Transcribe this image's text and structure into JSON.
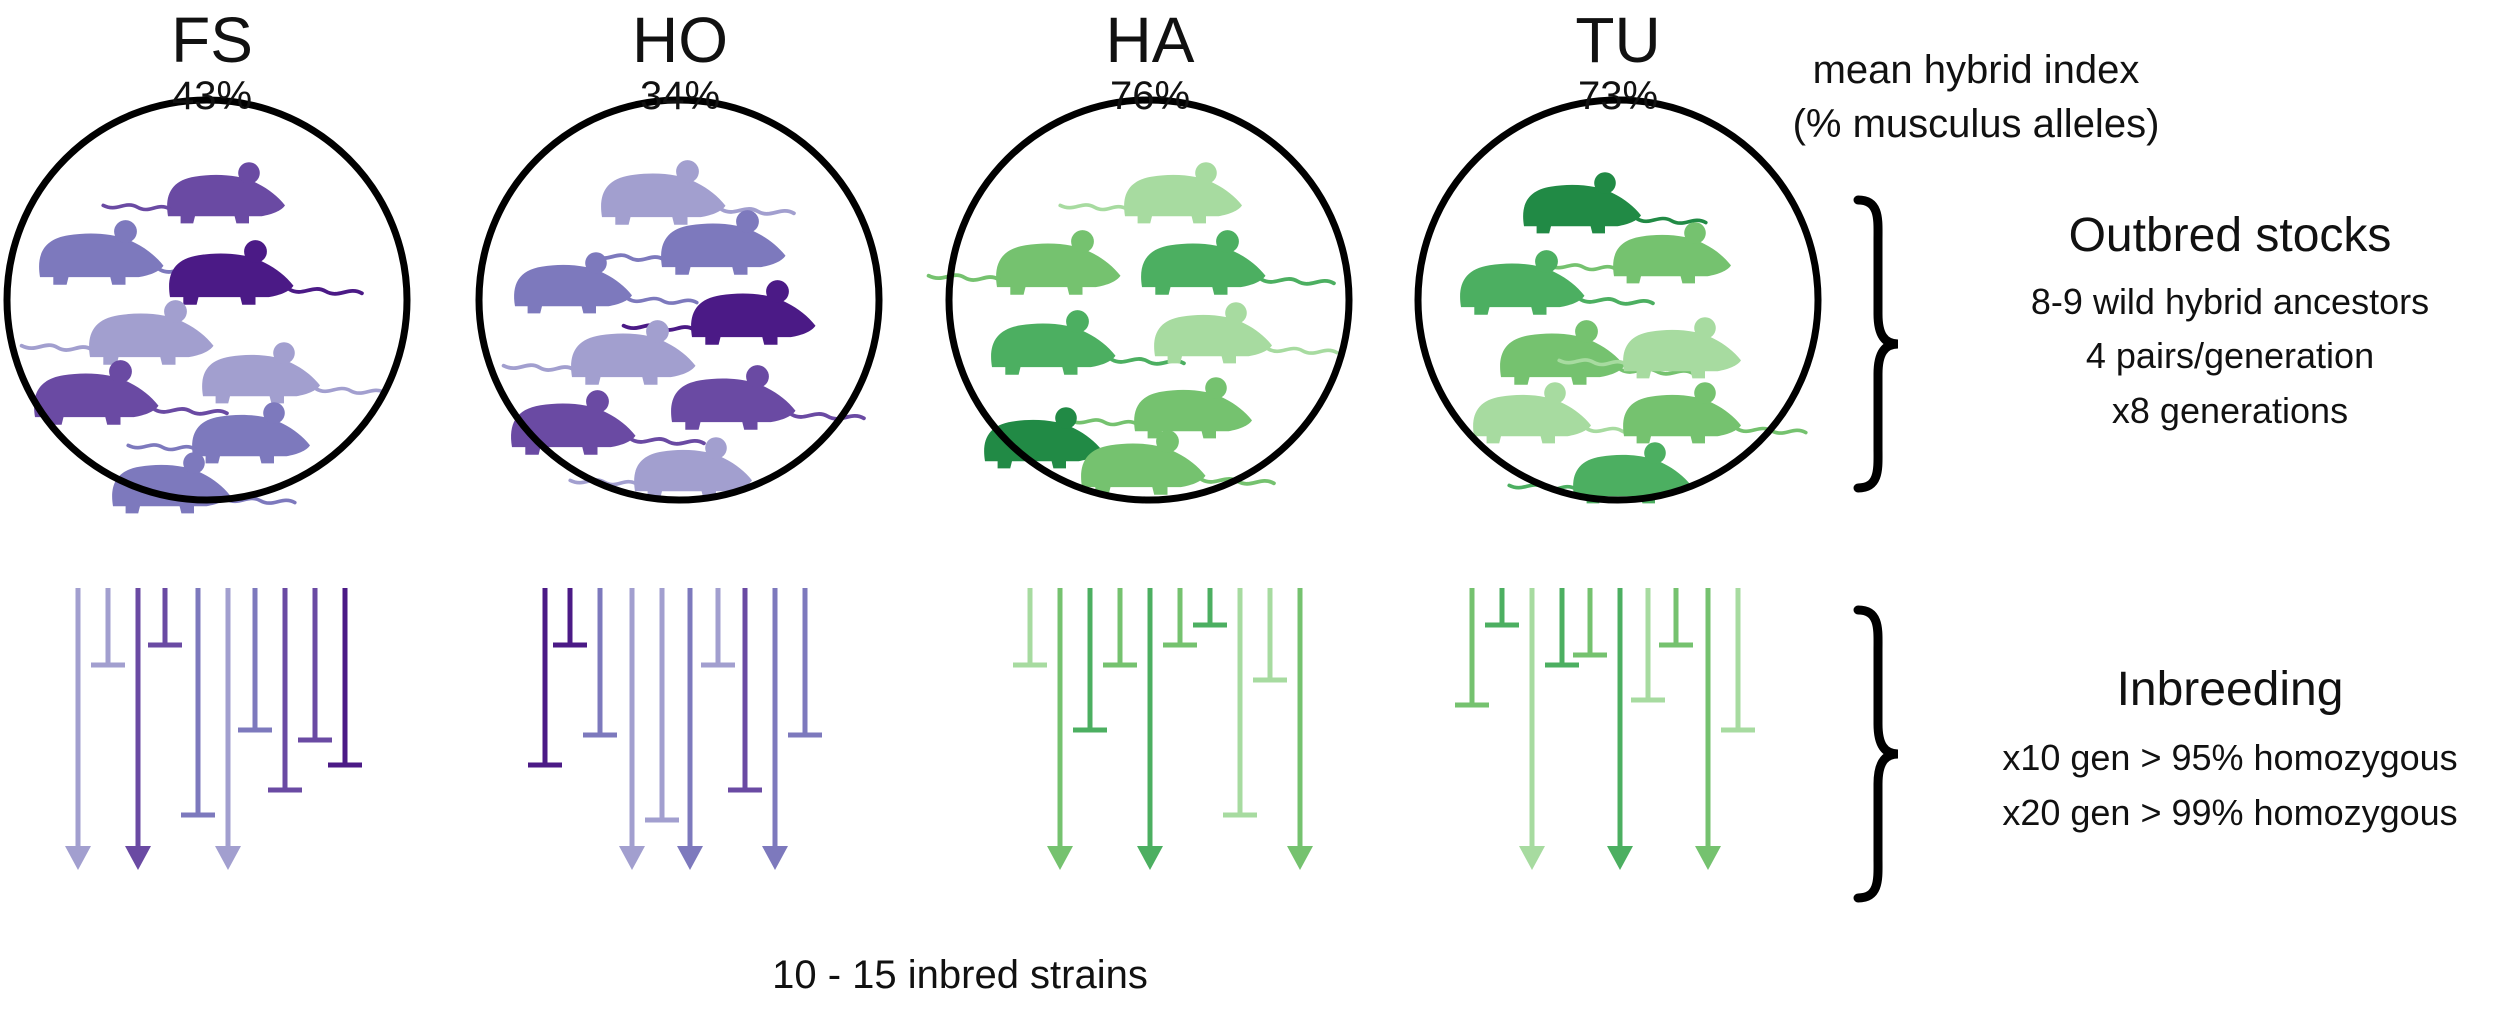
{
  "colors": {
    "purple": [
      "#a29fcf",
      "#7d79bd",
      "#6a4aa3",
      "#4b1a86"
    ],
    "green": [
      "#a7dba0",
      "#75c26f",
      "#4caf61",
      "#218a45"
    ]
  },
  "populations": [
    {
      "code": "FS",
      "percent": "43%",
      "palette": "purple"
    },
    {
      "code": "HO",
      "percent": "34%",
      "palette": "purple"
    },
    {
      "code": "HA",
      "percent": "76%",
      "palette": "green"
    },
    {
      "code": "TU",
      "percent": "73%",
      "palette": "green"
    }
  ],
  "legend": {
    "line1": "mean hybrid index",
    "line2": "(% musculus alleles)"
  },
  "outbred": {
    "heading": "Outbred stocks",
    "lines": [
      "8-9 wild hybrid ancestors",
      "4 pairs/generation",
      "x8 generations"
    ]
  },
  "inbreeding": {
    "heading": "Inbreeding",
    "lines": [
      "x10 gen > 95% homozygous",
      "x20 gen > 99% homozygous"
    ]
  },
  "footer": "10 - 15 inbred strains"
}
